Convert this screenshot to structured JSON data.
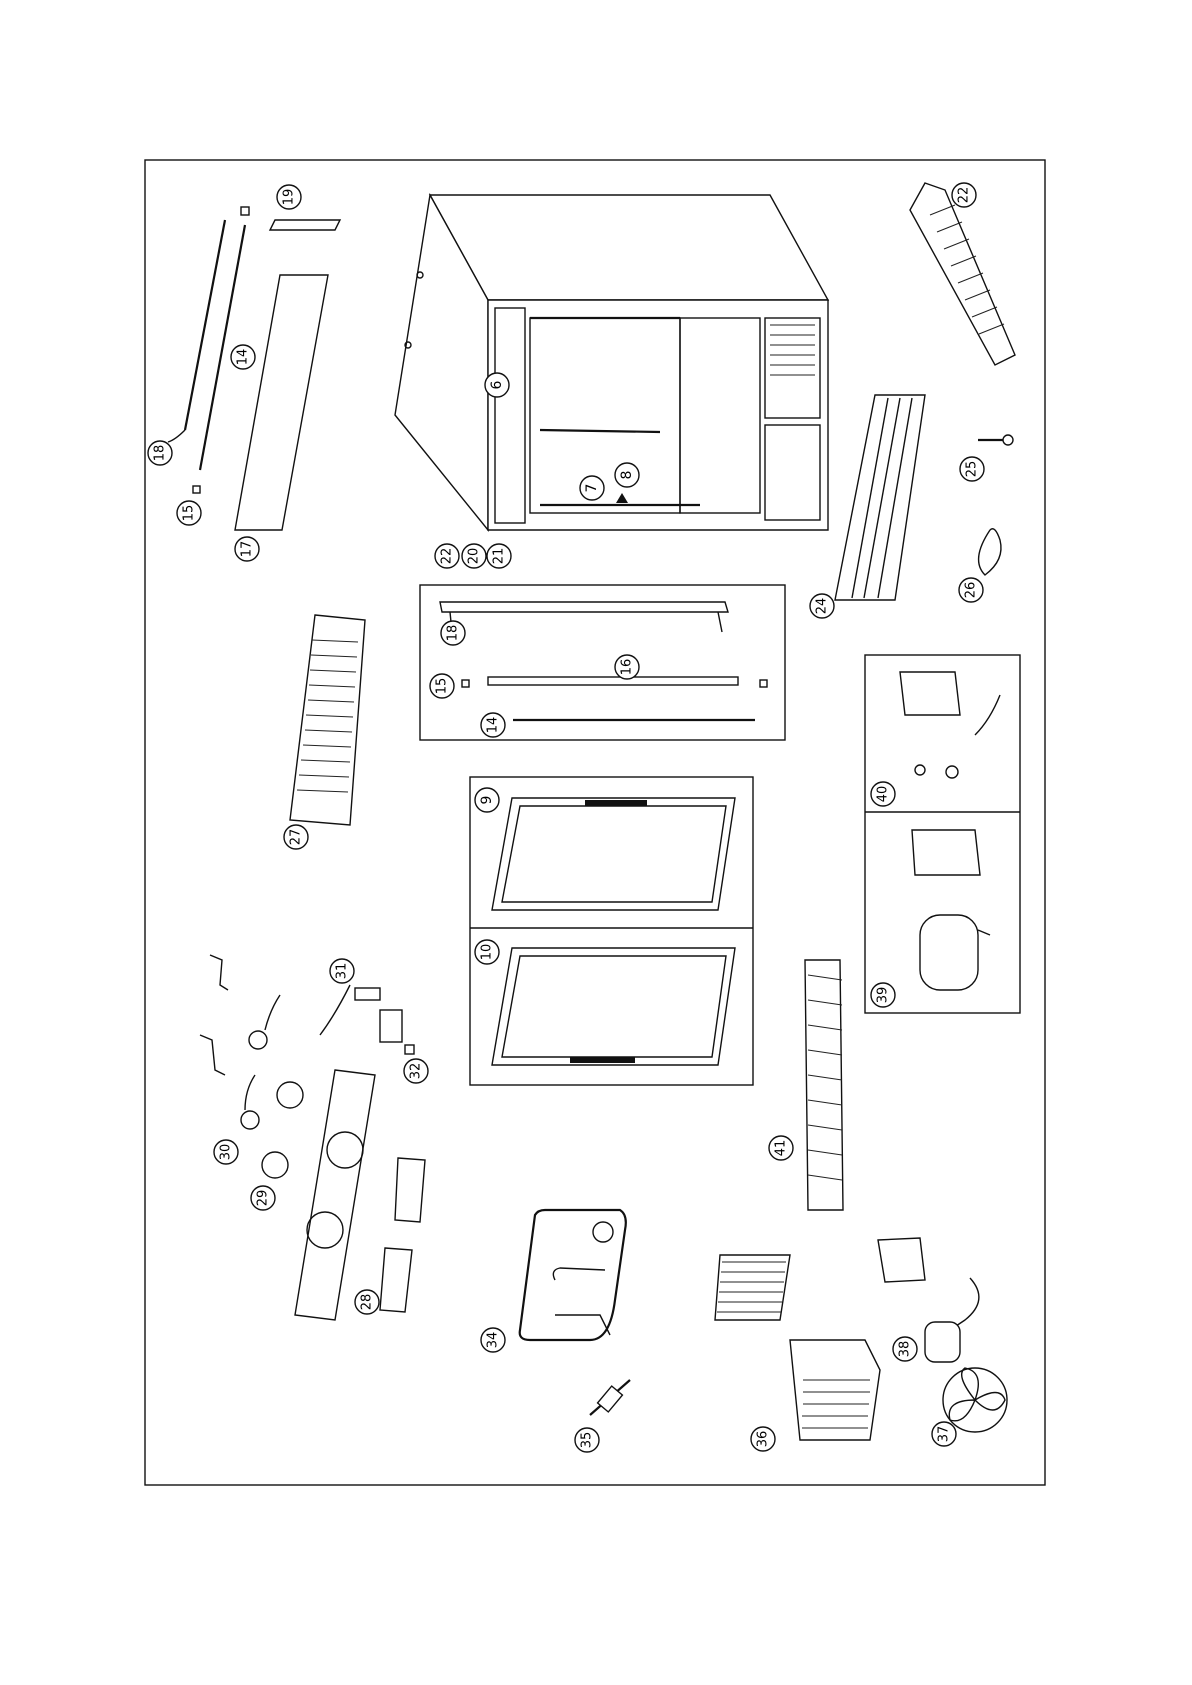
{
  "diagram": {
    "labels": {
      "p6": "6",
      "p7": "7",
      "p8": "8",
      "p9": "9",
      "p10": "10",
      "p14a": "14",
      "p14b": "14",
      "p15a": "15",
      "p15b": "15",
      "p16": "16",
      "p17": "17",
      "p18a": "18",
      "p18b": "18",
      "p19": "19",
      "p20": "20",
      "p21": "21",
      "p22a": "22",
      "p22b": "22",
      "p24": "24",
      "p25": "25",
      "p26": "26",
      "p27": "27",
      "p28": "28",
      "p29": "29",
      "p30": "30",
      "p31": "31",
      "p32": "32",
      "p34": "34",
      "p35": "35",
      "p36": "36",
      "p37": "37",
      "p38": "38",
      "p39": "39",
      "p40": "40",
      "p41": "41"
    }
  }
}
